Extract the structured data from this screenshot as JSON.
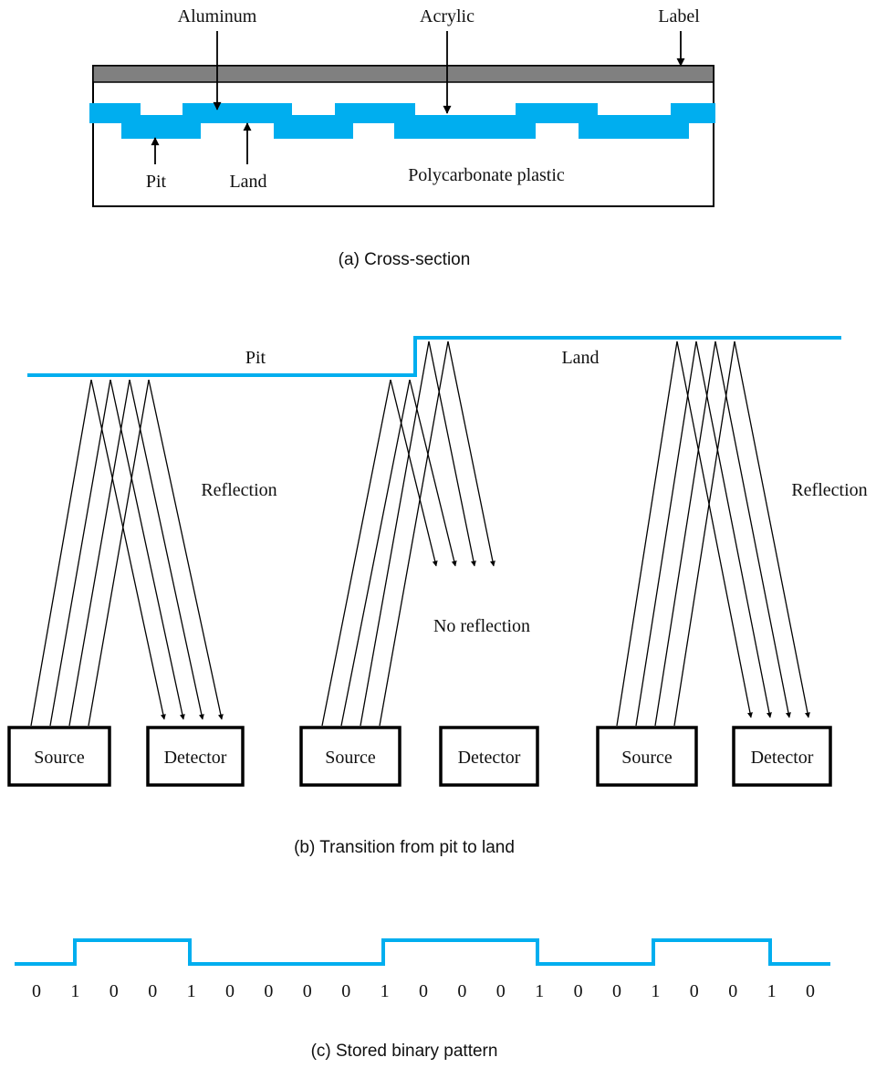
{
  "colors": {
    "accent": "#00AEEF",
    "label_layer": "#808080",
    "ink": "#000000"
  },
  "cross_section": {
    "label_aluminum": "Aluminum",
    "label_acrylic": "Acrylic",
    "label_label": "Label",
    "label_pit": "Pit",
    "label_land": "Land",
    "label_polycarbonate": "Polycarbonate plastic",
    "caption": "(a) Cross-section"
  },
  "transition": {
    "label_pit": "Pit",
    "label_land": "Land",
    "reflection_left": "Reflection",
    "reflection_right": "Reflection",
    "no_reflection": "No reflection",
    "groups": [
      {
        "source": "Source",
        "detector": "Detector"
      },
      {
        "source": "Source",
        "detector": "Detector"
      },
      {
        "source": "Source",
        "detector": "Detector"
      }
    ],
    "caption": "(b) Transition from pit to land"
  },
  "binary_pattern": {
    "bits": [
      "0",
      "1",
      "0",
      "0",
      "1",
      "0",
      "0",
      "0",
      "0",
      "1",
      "0",
      "0",
      "0",
      "1",
      "0",
      "0",
      "1",
      "0",
      "0",
      "1",
      "0"
    ],
    "caption": "(c) Stored binary pattern"
  }
}
